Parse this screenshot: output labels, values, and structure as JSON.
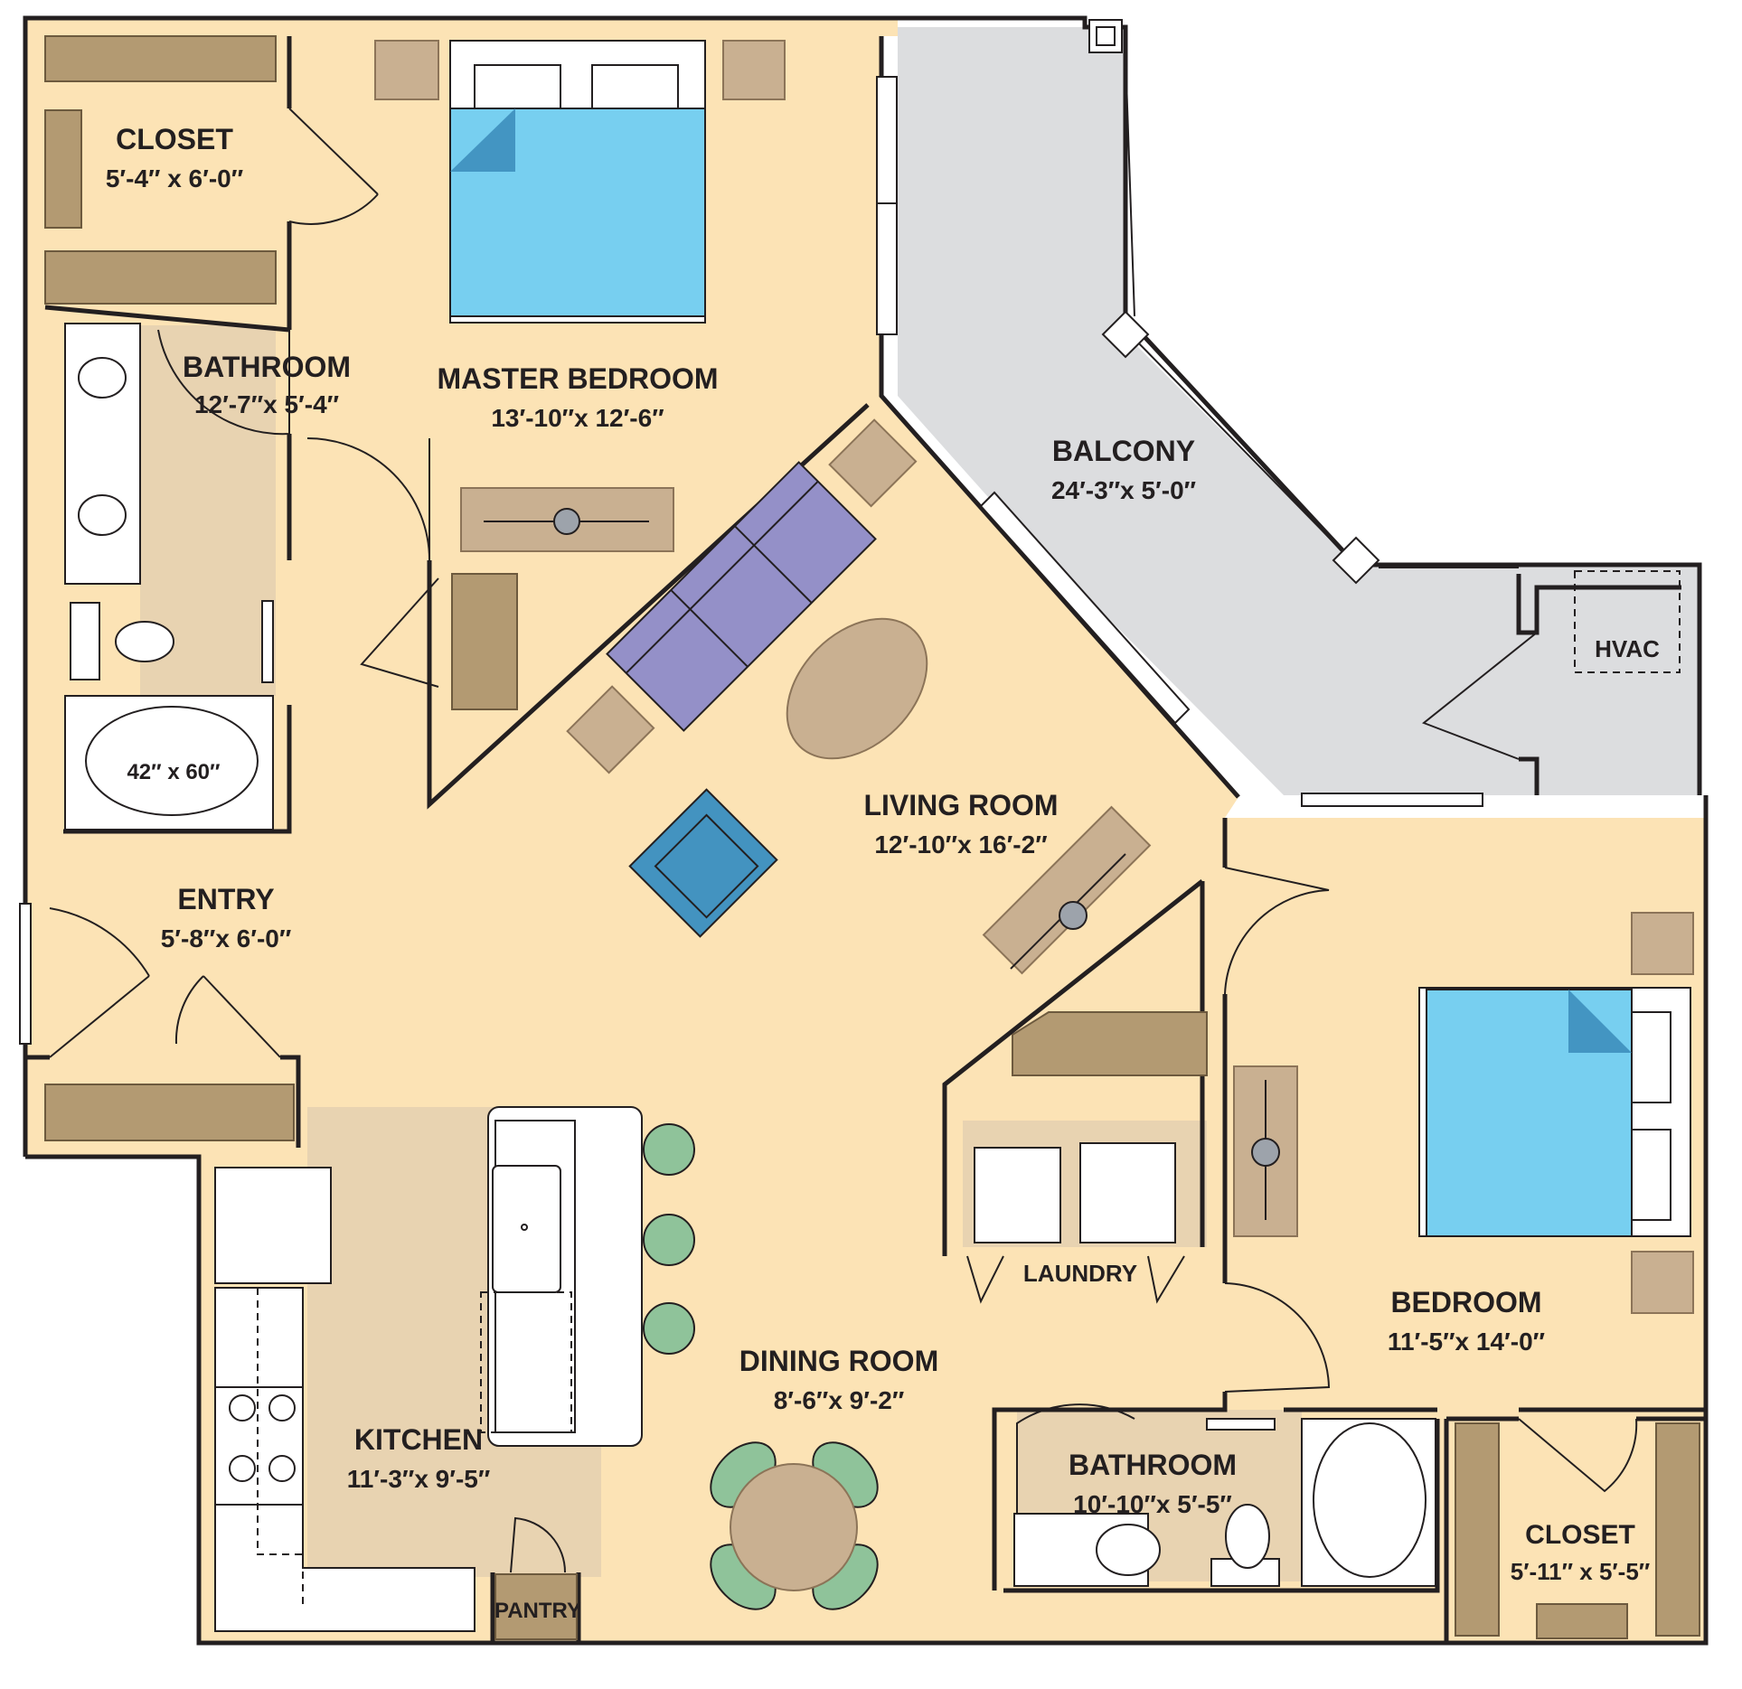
{
  "rooms": {
    "closet_master": {
      "name": "CLOSET",
      "dims": "5′-4″ x 6′-0″"
    },
    "bath_master": {
      "name": "BATHROOM",
      "dims": "12′-7″x 5′-4″"
    },
    "tub_master": {
      "size": "42″ x 60″"
    },
    "master_bedroom": {
      "name": "MASTER BEDROOM",
      "dims": "13′-10″x 12′-6″"
    },
    "balcony": {
      "name": "BALCONY",
      "dims": "24′-3″x 5′-0″"
    },
    "hvac": {
      "name": "HVAC"
    },
    "living_room": {
      "name": "LIVING ROOM",
      "dims": "12′-10″x 16′-2″"
    },
    "entry": {
      "name": "ENTRY",
      "dims": "5′-8″x 6′-0″"
    },
    "laundry": {
      "name": "LAUNDRY"
    },
    "bedroom": {
      "name": "BEDROOM",
      "dims": "11′-5″x 14′-0″"
    },
    "dining_room": {
      "name": "DINING ROOM",
      "dims": "8′-6″x 9′-2″"
    },
    "kitchen": {
      "name": "KITCHEN",
      "dims": "11′-3″x 9′-5″"
    },
    "pantry": {
      "name": "PANTRY"
    },
    "bath_second": {
      "name": "BATHROOM",
      "dims": "10′-10″x 5′-5″"
    },
    "closet_second": {
      "name": "CLOSET",
      "dims": "5′-11″ x 5′-5″"
    }
  },
  "colors": {
    "floor": "#fce3b5",
    "balcony": "#dcdddf",
    "wood_floor": "#e8d3b1",
    "bed_sheet": "#77cff0",
    "pillow_fold": "#4395c2",
    "sofa": "#9490c8",
    "chair": "#4393c0",
    "stool": "#8fc39a",
    "furniture": "#c9b091",
    "shelf": "#b39a72"
  }
}
